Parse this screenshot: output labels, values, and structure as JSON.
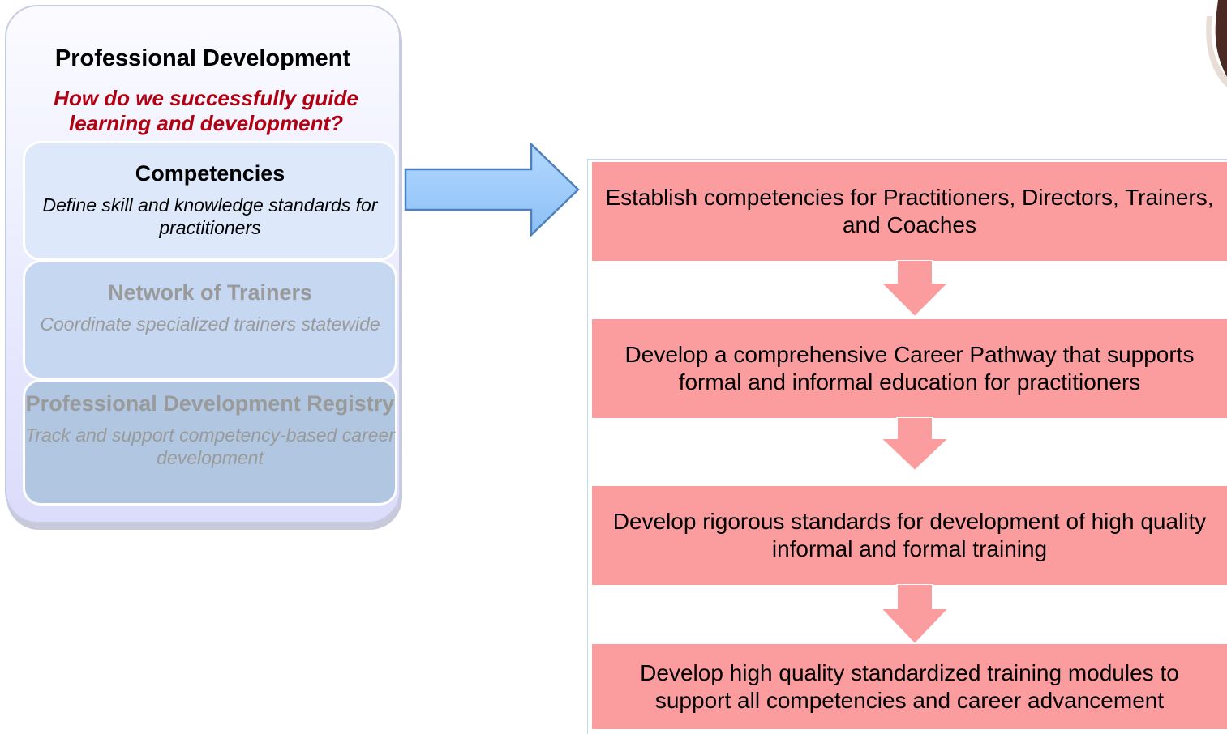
{
  "left_panel": {
    "title": "Professional Development",
    "question": "How do we successfully guide learning and development?",
    "cards": [
      {
        "title": "Competencies",
        "description": "Define skill and knowledge standards for practitioners",
        "state": "active"
      },
      {
        "title": "Network of Trainers",
        "description": "Coordinate specialized trainers statewide",
        "state": "inactive"
      },
      {
        "title": "Professional Development Registry",
        "description": "Track and support competency-based career development",
        "state": "inactive"
      }
    ]
  },
  "flow": {
    "steps": [
      "Establish competencies for Practitioners, Directors, Trainers, and Coaches",
      "Develop a comprehensive Career Pathway that supports formal and informal education for practitioners",
      "Develop rigorous standards for development of high quality informal and formal training",
      "Develop high quality standardized training modules to support all competencies and career advancement"
    ]
  },
  "colors": {
    "question_text": "#b00012",
    "step_fill": "#fb9d9f",
    "arrow_fill": "#9ccbfa",
    "arrow_stroke": "#4f81bd",
    "inactive_text": "#9a9a9a"
  }
}
